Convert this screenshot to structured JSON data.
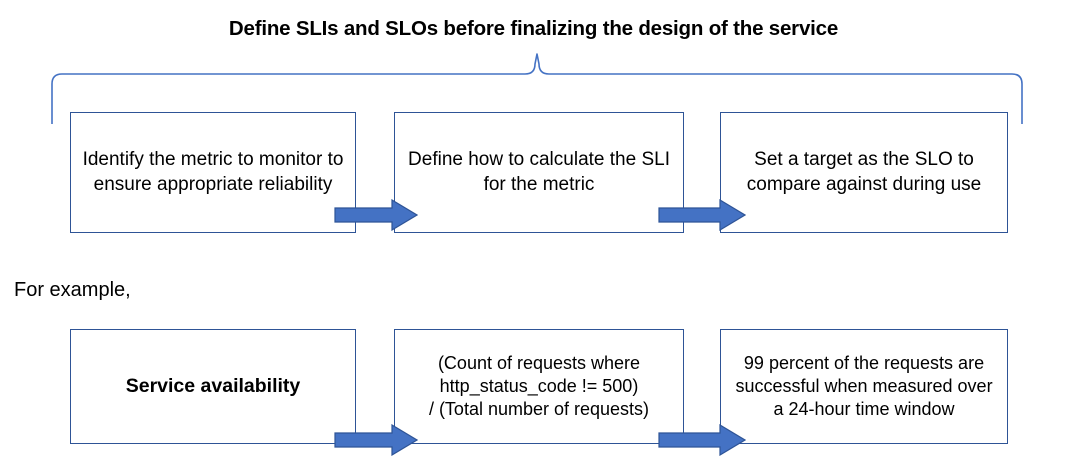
{
  "slide": {
    "title": "Define SLIs and SLOs before finalizing the design of the service",
    "example_label": "For example,"
  },
  "colors": {
    "box_border": "#2E5496",
    "arrow_fill": "#4472C4",
    "arrow_stroke": "#2E5496",
    "brace_stroke": "#4472C4",
    "background": "#FFFFFF",
    "text": "#000000"
  },
  "process_row": {
    "name": "sli-slo-definition-steps",
    "steps": [
      {
        "id": "step-1",
        "text": "Identify the metric to monitor to ensure appropriate reliability"
      },
      {
        "id": "step-2",
        "text": "Define how to calculate the SLI for the metric"
      },
      {
        "id": "step-3",
        "text": "Set a target as the SLO to compare against during use"
      }
    ],
    "connectors": [
      {
        "id": "arrow-1",
        "icon": "right-block-arrow-icon"
      },
      {
        "id": "arrow-2",
        "icon": "right-block-arrow-icon"
      }
    ],
    "bracket": {
      "icon": "curly-brace-icon",
      "label": "groups all three steps under the title"
    }
  },
  "example_row": {
    "name": "service-availability-example",
    "steps": [
      {
        "id": "example-metric",
        "text": "Service availability"
      },
      {
        "id": "example-sli",
        "line1": "(Count of requests where",
        "line2": "http_status_code != 500)",
        "line3": "/ (Total number of requests)"
      },
      {
        "id": "example-slo",
        "text": "99 percent of the requests are successful when measured over a 24-hour time window"
      }
    ],
    "connectors": [
      {
        "id": "arrow-3",
        "icon": "right-block-arrow-icon"
      },
      {
        "id": "arrow-4",
        "icon": "right-block-arrow-icon"
      }
    ]
  }
}
